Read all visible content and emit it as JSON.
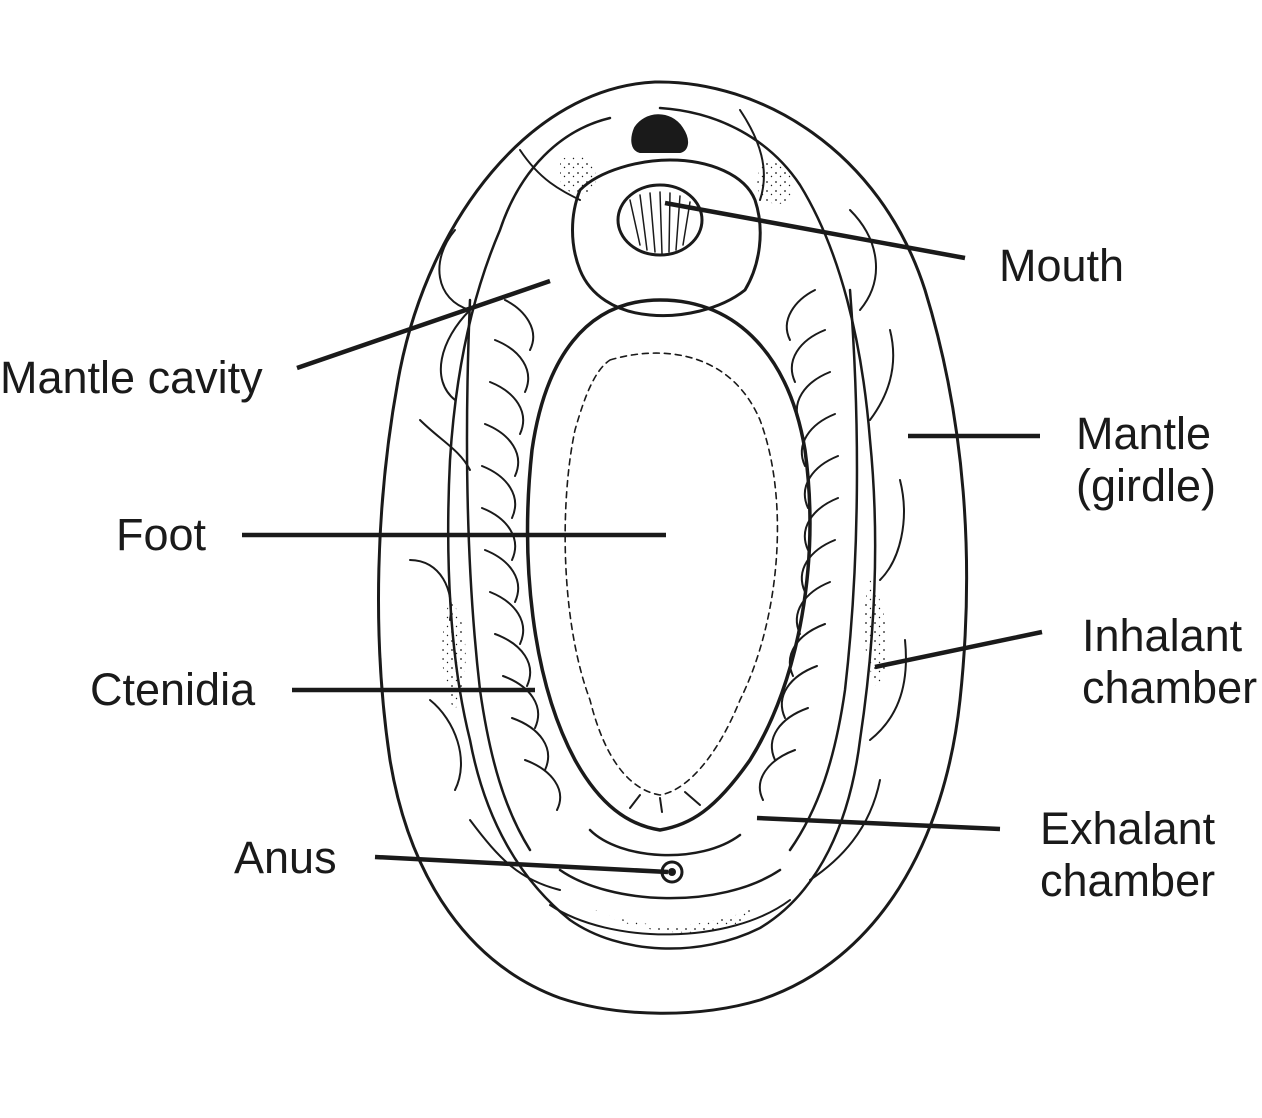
{
  "diagram": {
    "labels": {
      "mouth": "Mouth",
      "mantle_cavity": "Mantle cavity",
      "mantle_line1": "Mantle",
      "mantle_line2": "(girdle)",
      "foot": "Foot",
      "ctenidia": "Ctenidia",
      "inhalant_line1": "Inhalant",
      "inhalant_line2": "chamber",
      "anus": "Anus",
      "exhalant_line1": "Exhalant",
      "exhalant_line2": "chamber"
    },
    "colors": {
      "ink": "#1a1a1a",
      "background": "#ffffff"
    }
  }
}
